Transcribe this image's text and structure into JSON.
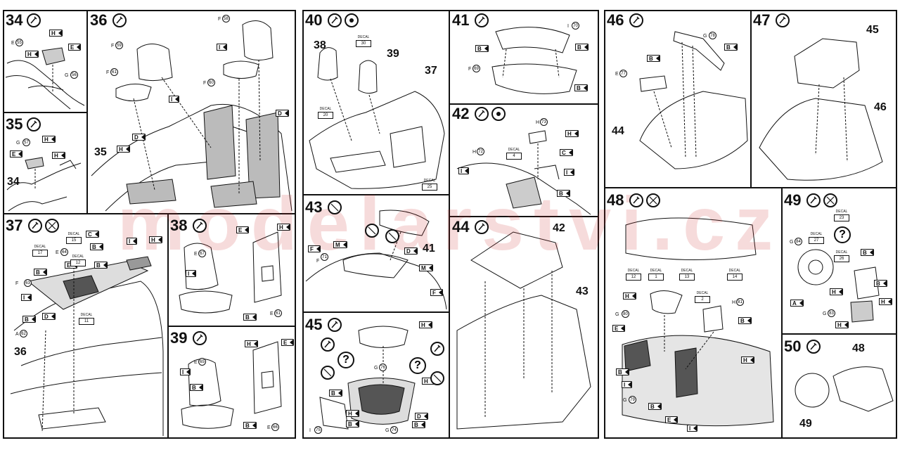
{
  "watermark": "modelarstvi.cz",
  "steps": {
    "s34": "34",
    "s35": "35",
    "s36": "36",
    "s37": "37",
    "s38": "38",
    "s39": "39",
    "s40": "40",
    "s41": "41",
    "s42": "42",
    "s43": "43",
    "s44": "44",
    "s45": "45",
    "s46": "46",
    "s47": "47",
    "s48": "48",
    "s49": "49",
    "s50": "50"
  },
  "callouts": {
    "p34_35": "35",
    "p34_34": "34",
    "p36_35": "35",
    "p37_36": "36",
    "p40_38": "38",
    "p40_39": "39",
    "p40_37": "37",
    "p43_41": "41",
    "p44_42": "42",
    "p44_43": "43",
    "p46_44": "44",
    "p47_45": "45",
    "p47_46": "46",
    "p50_48": "48",
    "p50_49": "49"
  },
  "parts": {
    "e55": "55",
    "g56": "56",
    "g57": "57",
    "f59a": "59",
    "f58": "58",
    "f61": "61",
    "f60": "60",
    "e64": "64",
    "f63": "63",
    "a62": "62",
    "e67": "67",
    "e61": "61",
    "e65": "65",
    "e66": "66",
    "i70": "70",
    "f69": "69",
    "h73": "73",
    "h72": "72",
    "f71": "71",
    "g76": "76",
    "f75": "75",
    "g74": "74",
    "g78": "78",
    "e77": "77",
    "g80": "80",
    "h81": "81",
    "g79": "79",
    "g84": "84",
    "g83": "83"
  },
  "letters": {
    "A": "A",
    "B": "B",
    "C": "C",
    "D": "D",
    "E": "E",
    "F": "F",
    "G": "G",
    "H": "H",
    "I": "I",
    "M": "M"
  },
  "decals": {
    "label": "DECAL",
    "d30": "30",
    "d20": "20",
    "d25": "25",
    "d4": "4",
    "d15": "15",
    "d17": "17",
    "d12": "12",
    "d11": "11",
    "d1": "1",
    "d13": "13",
    "d14": "14",
    "d2": "2",
    "d27": "27",
    "d26": "26",
    "d23": "23"
  },
  "qmark": "?",
  "icons": [
    "glue-icon",
    "paint-icon",
    "no-glue-icon",
    "optional-icon"
  ]
}
